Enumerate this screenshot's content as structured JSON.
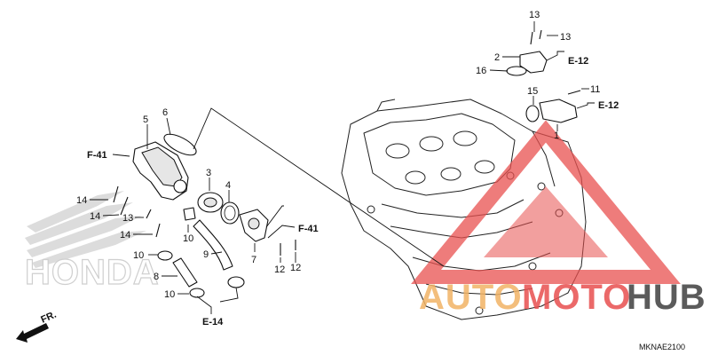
{
  "diagram": {
    "code": "MKNAE2100",
    "direction_label": "FR.",
    "brand_watermark": "HONDA",
    "site_watermark": {
      "prefix": "AUTO",
      "middle": "MOTO",
      "suffix": "HUB"
    },
    "colors": {
      "watermark_gray": "#d9d9d9",
      "watermark_red": "#e8504f",
      "watermark_orange": "#f1b366",
      "watermark_dark": "#4a4a4a",
      "line": "#111111"
    }
  },
  "callouts": [
    {
      "id": "c13a",
      "text": "13"
    },
    {
      "id": "c13b",
      "text": "13"
    },
    {
      "id": "c2",
      "text": "2"
    },
    {
      "id": "c16",
      "text": "16"
    },
    {
      "id": "c15",
      "text": "15"
    },
    {
      "id": "c11",
      "text": "11"
    },
    {
      "id": "c1",
      "text": "1"
    },
    {
      "id": "c5",
      "text": "5"
    },
    {
      "id": "c6",
      "text": "6"
    },
    {
      "id": "c3",
      "text": "3"
    },
    {
      "id": "c4",
      "text": "4"
    },
    {
      "id": "c14a",
      "text": "14"
    },
    {
      "id": "c14b",
      "text": "14"
    },
    {
      "id": "c13c",
      "text": "13"
    },
    {
      "id": "c14c",
      "text": "14"
    },
    {
      "id": "c10a",
      "text": "10"
    },
    {
      "id": "c10b",
      "text": "10"
    },
    {
      "id": "c9",
      "text": "9"
    },
    {
      "id": "c7",
      "text": "7"
    },
    {
      "id": "c12a",
      "text": "12"
    },
    {
      "id": "c12b",
      "text": "12"
    },
    {
      "id": "c8",
      "text": "8"
    },
    {
      "id": "c10c",
      "text": "10"
    }
  ],
  "references": [
    {
      "id": "e12a",
      "text": "E-12"
    },
    {
      "id": "e12b",
      "text": "E-12"
    },
    {
      "id": "f41a",
      "text": "F-41"
    },
    {
      "id": "f41b",
      "text": "F-41"
    },
    {
      "id": "e14",
      "text": "E-14"
    }
  ]
}
